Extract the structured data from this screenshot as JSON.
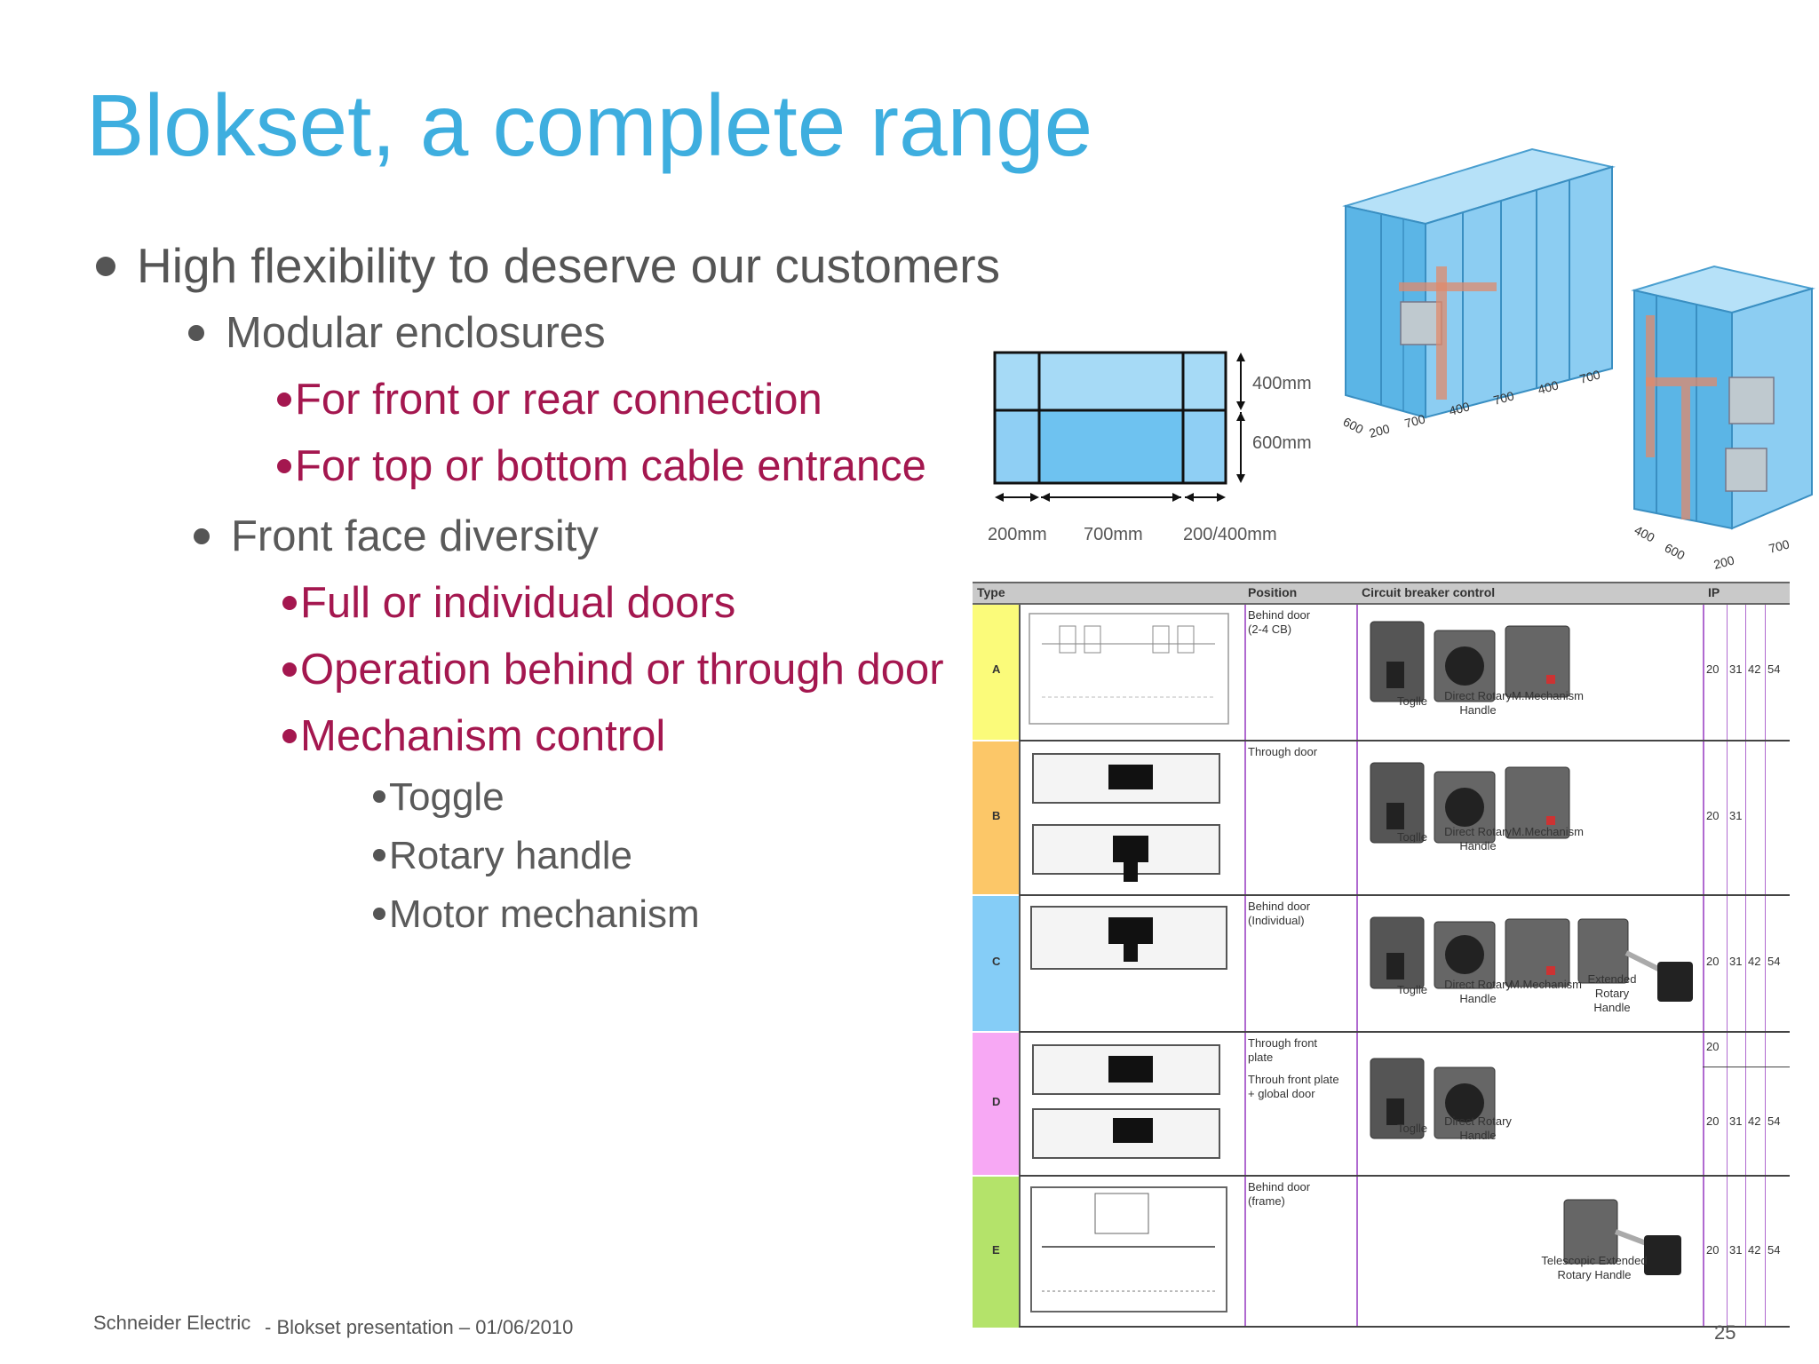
{
  "slide": {
    "title": "Blokset, a complete range",
    "bullets": [
      {
        "text": "High flexibility to deserve our customers"
      },
      {
        "text": "Modular enclosures"
      },
      {
        "text": "For front or rear connection"
      },
      {
        "text": "For top or bottom cable entrance"
      },
      {
        "text": "Front face diversity"
      },
      {
        "text": "Full or individual doors"
      },
      {
        "text": "Operation behind or through door"
      },
      {
        "text": "Mechanism control"
      },
      {
        "text": "Toggle"
      },
      {
        "text": "Rotary handle"
      },
      {
        "text": "Motor mechanism"
      }
    ],
    "footer": {
      "company": "Schneider Electric",
      "presentation": "- Blokset presentation – 01/06/2010",
      "page": "25"
    },
    "colors": {
      "title": "#3eaedf",
      "level1": "#555555",
      "accent": "#a4174f",
      "enclosure": "#4aa8e0"
    }
  },
  "diagram": {
    "dim_400": "400mm",
    "dim_600": "600mm",
    "w_200": "200mm",
    "w_700": "700mm",
    "w_200_400": "200/400mm",
    "iso1_labels": [
      "600",
      "200",
      "700",
      "400",
      "700",
      "400",
      "700"
    ],
    "iso2_labels": [
      "400",
      "600",
      "200",
      "700"
    ]
  },
  "table": {
    "headers": [
      "Type",
      "Position",
      "Circuit breaker control",
      "IP"
    ],
    "rows": [
      {
        "type": "A",
        "color": "#fbfb7a",
        "position": [
          "Behind door",
          "(2-4 CB)"
        ],
        "devices": [
          "Toglle",
          "Direct Rotary Handle",
          "M.Mechanism"
        ],
        "ip": [
          "20",
          "31",
          "42",
          "54"
        ]
      },
      {
        "type": "B",
        "color": "#fcc768",
        "position": [
          "Through door"
        ],
        "devices": [
          "Toglle",
          "Direct Rotary Handle",
          "M.Mechanism"
        ],
        "ip": [
          "20",
          "31"
        ]
      },
      {
        "type": "C",
        "color": "#85cdf7",
        "position": [
          "Behind door",
          "(Individual)"
        ],
        "devices": [
          "Toglle",
          "Direct Rotary Handle",
          "M.Mechanism",
          "Extended Rotary Handle"
        ],
        "ip": [
          "20",
          "31",
          "42",
          "54"
        ]
      },
      {
        "type": "D",
        "color": "#f7a8f4",
        "position": [
          "Through front",
          "plate"
        ],
        "position2": [
          "Throuh front plate",
          "+ global door"
        ],
        "devices": [
          "Toglle",
          "Direct Rotary Handle"
        ],
        "ip_top": [
          "20"
        ],
        "ip": [
          "20",
          "31",
          "42",
          "54"
        ]
      },
      {
        "type": "E",
        "color": "#b4e36a",
        "position": [
          "Behind door",
          "(frame)"
        ],
        "devices": [
          "Telescopic Extended Rotary Handle"
        ],
        "ip": [
          "20",
          "31",
          "42",
          "54"
        ]
      }
    ]
  }
}
